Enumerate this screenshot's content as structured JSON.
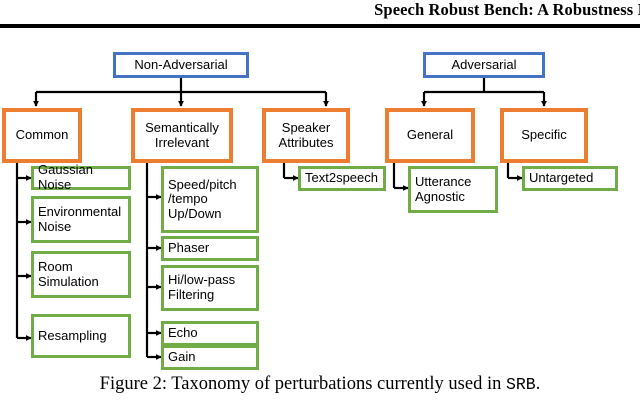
{
  "header": {
    "title": "Speech Robust Bench: A Robustness I"
  },
  "figure": {
    "caption_prefix": "Figure 2: Taxonomy of perturbations currently used in ",
    "caption_mono": "SRB",
    "caption_suffix": "."
  },
  "colors": {
    "root_border": "#4472C4",
    "category_border": "#ED7D31",
    "leaf_border": "#70AD47",
    "node_fill": "#FFFFFF",
    "connector": "#000000"
  },
  "taxonomy": {
    "roots": [
      {
        "label": "Non-Adversarial"
      },
      {
        "label": "Adversarial"
      }
    ],
    "categories": [
      {
        "label": "Common"
      },
      {
        "label": "Semantically\nIrrelevant"
      },
      {
        "label": "Speaker\nAttributes"
      },
      {
        "label": "General"
      },
      {
        "label": "Specific"
      }
    ],
    "leaves": {
      "common": [
        {
          "label": "Gaussian Noise"
        },
        {
          "label": "Environmental\nNoise"
        },
        {
          "label": "Room\nSimulation"
        },
        {
          "label": "Resampling"
        }
      ],
      "semantically_irrelevant": [
        {
          "label": "Speed/pitch\n/tempo\nUp/Down"
        },
        {
          "label": "Phaser"
        },
        {
          "label": "Hi/low-pass\nFiltering"
        },
        {
          "label": "Echo"
        },
        {
          "label": "Gain"
        }
      ],
      "speaker_attributes": [
        {
          "label": "Text2speech"
        }
      ],
      "general": [
        {
          "label": "Utterance\nAgnostic"
        }
      ],
      "specific": [
        {
          "label": "Untargeted"
        }
      ]
    }
  }
}
